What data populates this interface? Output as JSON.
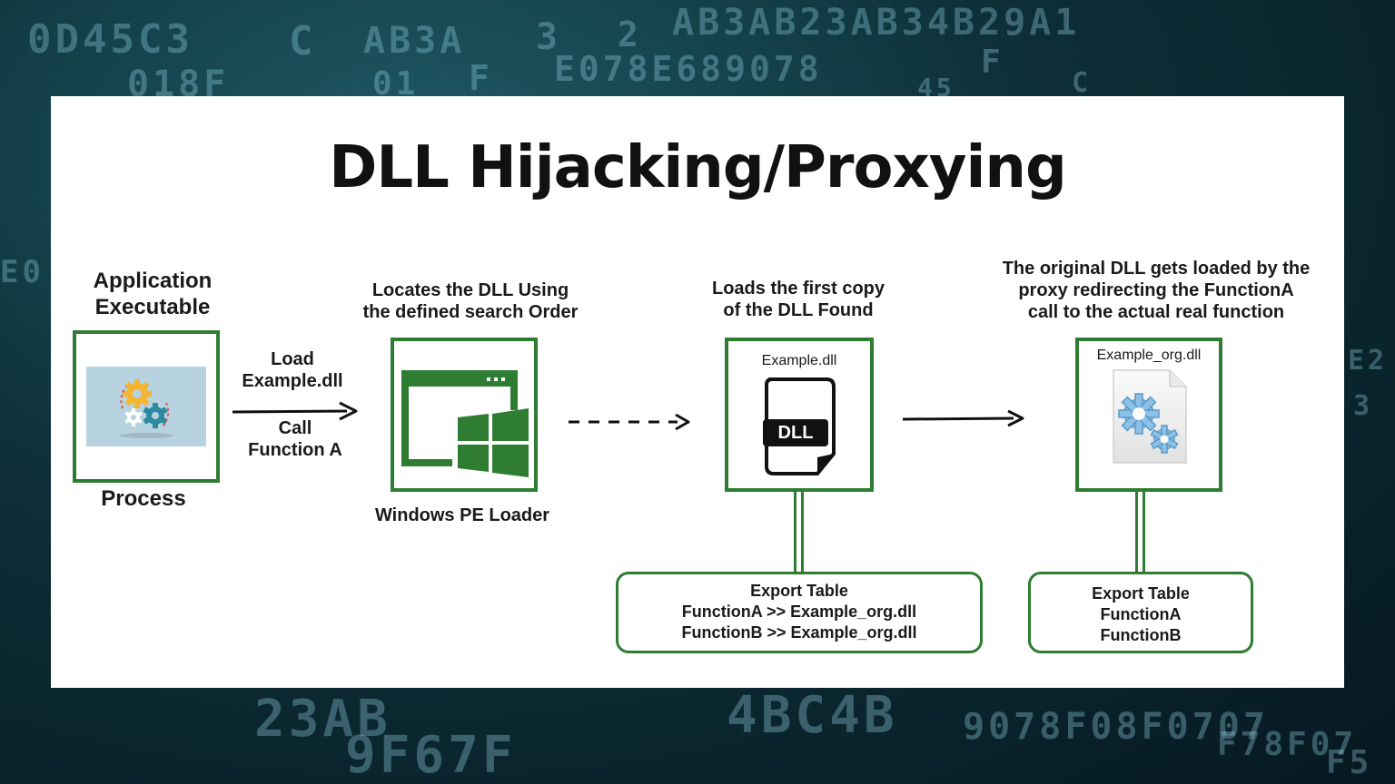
{
  "background": {
    "hex_texts": [
      "0D45C3",
      "C",
      "AB3A",
      "3",
      "2",
      "AB3AB23AB34B29A1",
      "018F",
      "01",
      "F",
      "E078E689078",
      "F",
      "C",
      "45",
      "23AB",
      "4BC4B",
      "9F67F",
      "9078F08F0707",
      "F78F07",
      "F5",
      "E0",
      "E2",
      "3"
    ]
  },
  "diagram": {
    "title": "DLL Hijacking/Proxying",
    "app": {
      "label": "Application\nExecutable",
      "caption": "Process"
    },
    "arrow1": {
      "top_label": "Load\nExample.dll",
      "bottom_label": "Call\nFunction A"
    },
    "loader": {
      "label": "Locates the DLL Using\nthe defined search Order",
      "caption": "Windows  PE Loader"
    },
    "proxy_dll": {
      "label": "Loads the first copy\nof the DLL Found",
      "filename": "Example.dll",
      "badge": "DLL",
      "export_table": {
        "title": "Export Table",
        "rows": [
          "FunctionA >> Example_org.dll",
          "FunctionB >> Example_org.dll"
        ]
      }
    },
    "original_dll": {
      "label": "The original DLL gets loaded by the\nproxy redirecting the FunctionA\ncall to the actual real function",
      "filename": "Example_org.dll",
      "export_table": {
        "title": "Export Table",
        "rows": [
          "FunctionA",
          "FunctionB"
        ]
      }
    },
    "colors": {
      "accent_green": "#2e7d32",
      "windows_green": "#2e7d32",
      "text": "#1a1a1a"
    }
  }
}
